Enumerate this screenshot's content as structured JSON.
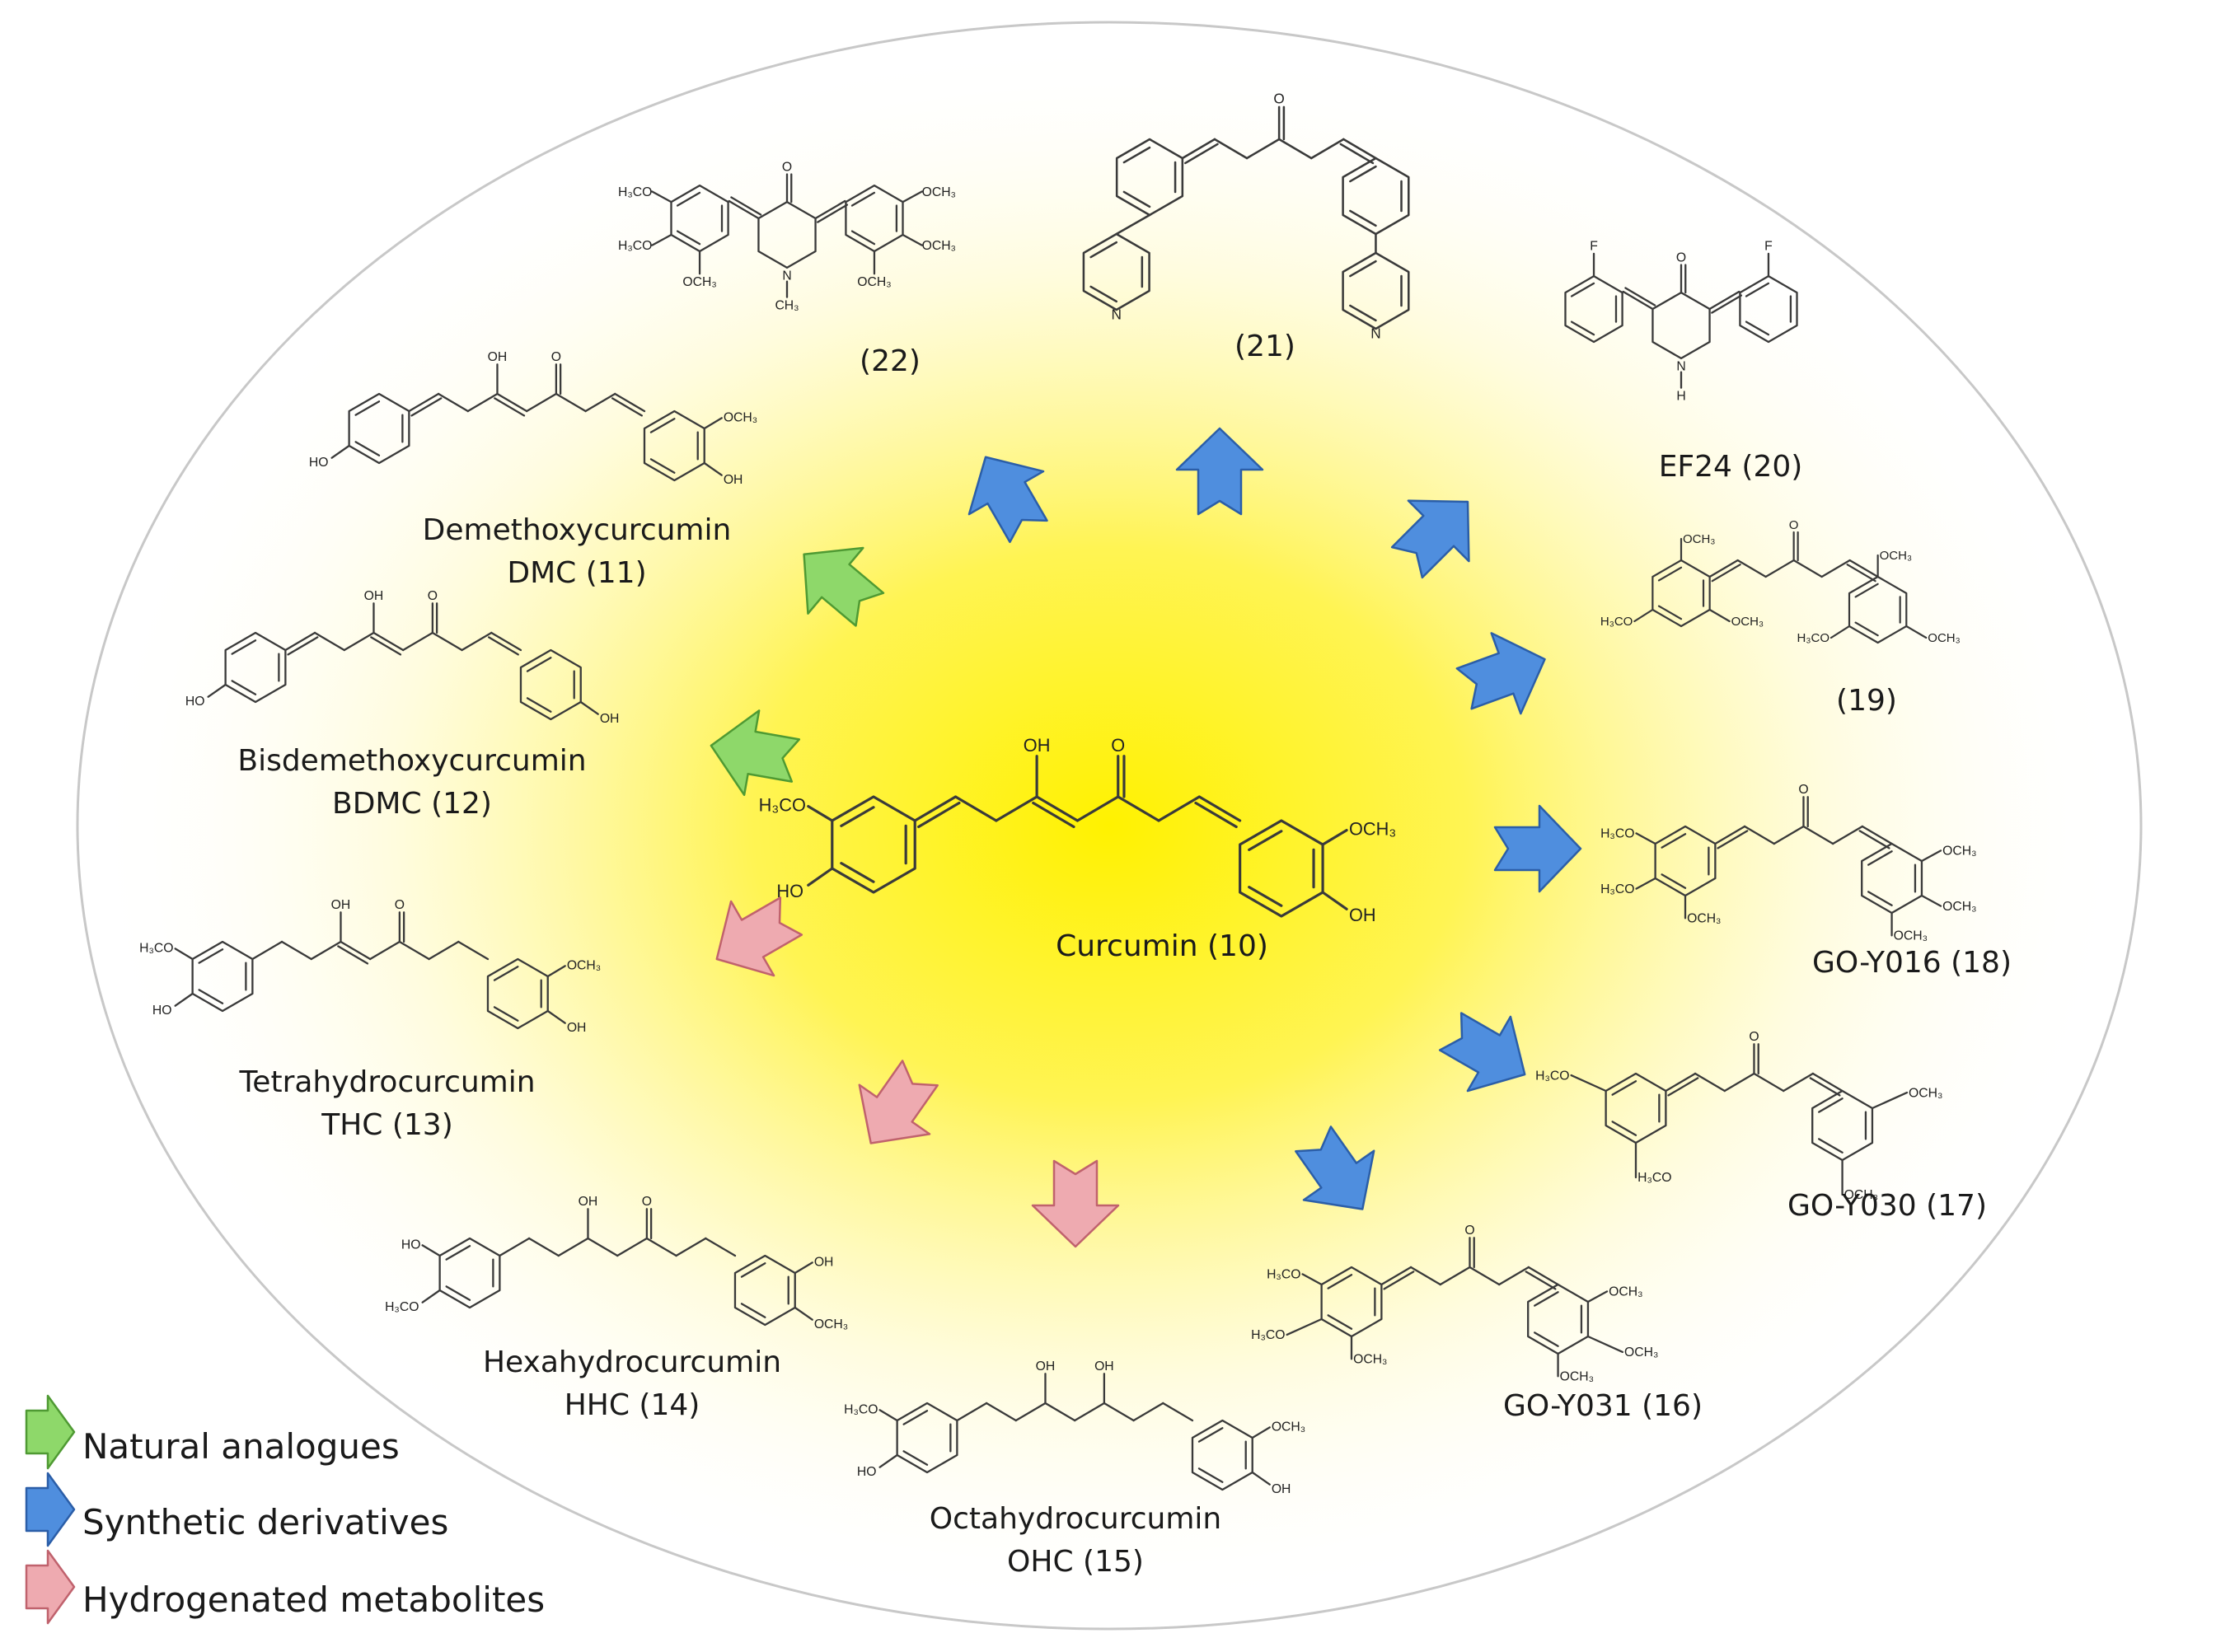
{
  "center": {
    "label": "Curcumin (10)"
  },
  "compounds": [
    {
      "id": "c22",
      "label_lines": [
        "(22)"
      ],
      "category": "synthetic"
    },
    {
      "id": "c21",
      "label_lines": [
        "(21)"
      ],
      "category": "synthetic"
    },
    {
      "id": "c20",
      "label_lines": [
        "EF24 (20)"
      ],
      "category": "synthetic"
    },
    {
      "id": "c19",
      "label_lines": [
        "(19)"
      ],
      "category": "synthetic"
    },
    {
      "id": "c18",
      "label_lines": [
        "GO-Y016 (18)"
      ],
      "category": "synthetic"
    },
    {
      "id": "c17",
      "label_lines": [
        "GO-Y030 (17)"
      ],
      "category": "synthetic"
    },
    {
      "id": "c16",
      "label_lines": [
        "GO-Y031 (16)"
      ],
      "category": "synthetic"
    },
    {
      "id": "c11",
      "label_lines": [
        "Demethoxycurcumin",
        "DMC (11)"
      ],
      "category": "natural"
    },
    {
      "id": "c12",
      "label_lines": [
        "Bisdemethoxycurcumin",
        "BDMC (12)"
      ],
      "category": "natural"
    },
    {
      "id": "c13",
      "label_lines": [
        "Tetrahydrocurcumin",
        "THC (13)"
      ],
      "category": "hydrogenated"
    },
    {
      "id": "c14",
      "label_lines": [
        "Hexahydrocurcumin",
        "HHC (14)"
      ],
      "category": "hydrogenated"
    },
    {
      "id": "c15",
      "label_lines": [
        "Octahydrocurcumin",
        "OHC (15)"
      ],
      "category": "hydrogenated"
    }
  ],
  "atoms": {
    "hydroxyl": "OH",
    "ho": "HO",
    "oxygen": "O",
    "methoxy": "OCH₃",
    "methoxy_left": "H₃CO",
    "nitrogen": "N",
    "amine": "H",
    "methyl": "CH₃",
    "fluorine": "F"
  },
  "legend": [
    {
      "text": "Natural analogues",
      "color": "#8ed86a",
      "stroke": "#4f9a33",
      "category": "natural"
    },
    {
      "text": "Synthetic derivatives",
      "color": "#4f8ede",
      "stroke": "#2b5ea8",
      "category": "synthetic"
    },
    {
      "text": "Hydrogenated metabolites",
      "color": "#eeaab0",
      "stroke": "#c0626d",
      "category": "hydrogenated"
    }
  ],
  "colors": {
    "natural": "#8ed86a",
    "synthetic": "#4f8ede",
    "hydrogenated": "#eeaab0",
    "halo_center": "#fff200",
    "ellipse_stroke": "#c8c8c8"
  }
}
